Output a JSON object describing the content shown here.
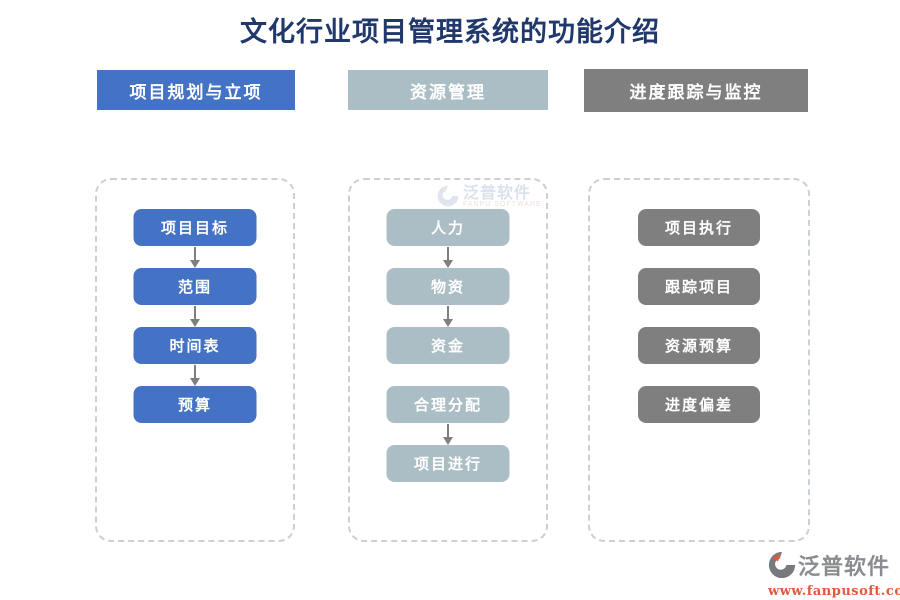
{
  "title": "文化行业项目管理系统的功能介绍",
  "columns": [
    {
      "header": "项目规划与立项",
      "items": [
        "项目目标",
        "范围",
        "时间表",
        "预算"
      ]
    },
    {
      "header": "资源管理",
      "items": [
        "人力",
        "物资",
        "资金",
        "合理分配",
        "项目进行"
      ]
    },
    {
      "header": "进度跟踪与监控",
      "items": [
        "项目执行",
        "跟踪项目",
        "资源预算",
        "进度偏差"
      ]
    }
  ],
  "watermark": {
    "name": "泛普软件",
    "sub": "FANPU SOFTWARE"
  },
  "footer": {
    "brand": "泛普软件",
    "url": "www.fanpusoft.com"
  },
  "colors": {
    "header1_bg": "#4472C4",
    "header2_bg": "#ABBEC5",
    "header3_bg": "#7F7F7F",
    "title_text": "#20386B",
    "arrow": "#7F7F7F",
    "url_orange": "#E2593C",
    "lane_border": "#CBCFD6"
  }
}
